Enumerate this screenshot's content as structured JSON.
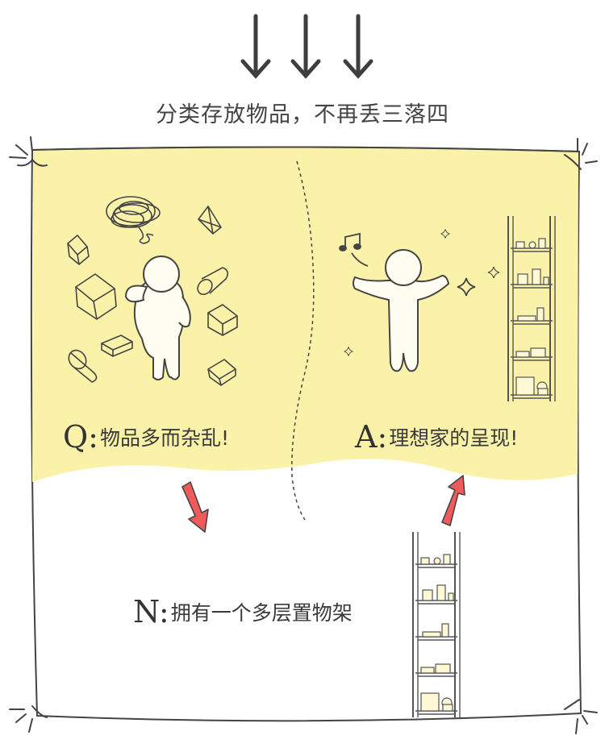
{
  "headline": "分类存放物品，不再丢三落四",
  "question": {
    "letter": "Q:",
    "text": "物品多而杂乱!"
  },
  "answer": {
    "letter": "A:",
    "text": "理想家的呈现!"
  },
  "need": {
    "letter": "N:",
    "text": "拥有一个多层置物架"
  },
  "colors": {
    "panel": "#fbf2a9",
    "figure": "#fffdf2",
    "ink": "#444444",
    "arrow": "#f05a5a"
  },
  "icons": [
    "down-arrow-icon",
    "music-note-icon",
    "sparkle-icon",
    "scribble-cloud-icon",
    "shelf-icon"
  ]
}
